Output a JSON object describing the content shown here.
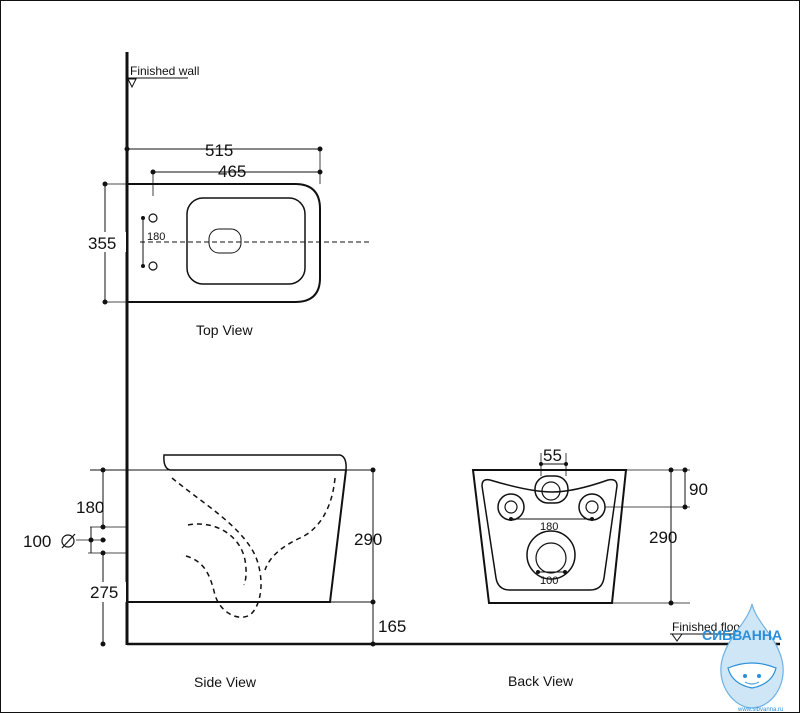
{
  "labels": {
    "finished_wall": "Finished wall",
    "finished_floor": "Finished floor",
    "top_view": "Top View",
    "side_view": "Side View",
    "back_view": "Back View"
  },
  "top_view": {
    "overall_width": "515",
    "bowl_width": "465",
    "depth": "355",
    "bolt_spacing": "180"
  },
  "side_view": {
    "bolt_height": "180",
    "inlet_diameter_value": "100",
    "outlet_height": "275",
    "total_height": "290",
    "floor_gap": "165"
  },
  "back_view": {
    "flush_diameter": "55",
    "flush_height": "90",
    "total_height": "290",
    "bolt_spacing": "180",
    "outlet_diameter": "100"
  },
  "watermark": {
    "brand": "СИБВАННА",
    "site": "www.sibvanna.ru"
  },
  "colors": {
    "ink": "#111111",
    "brand": "#2a8fd8",
    "background": "#ffffff"
  }
}
